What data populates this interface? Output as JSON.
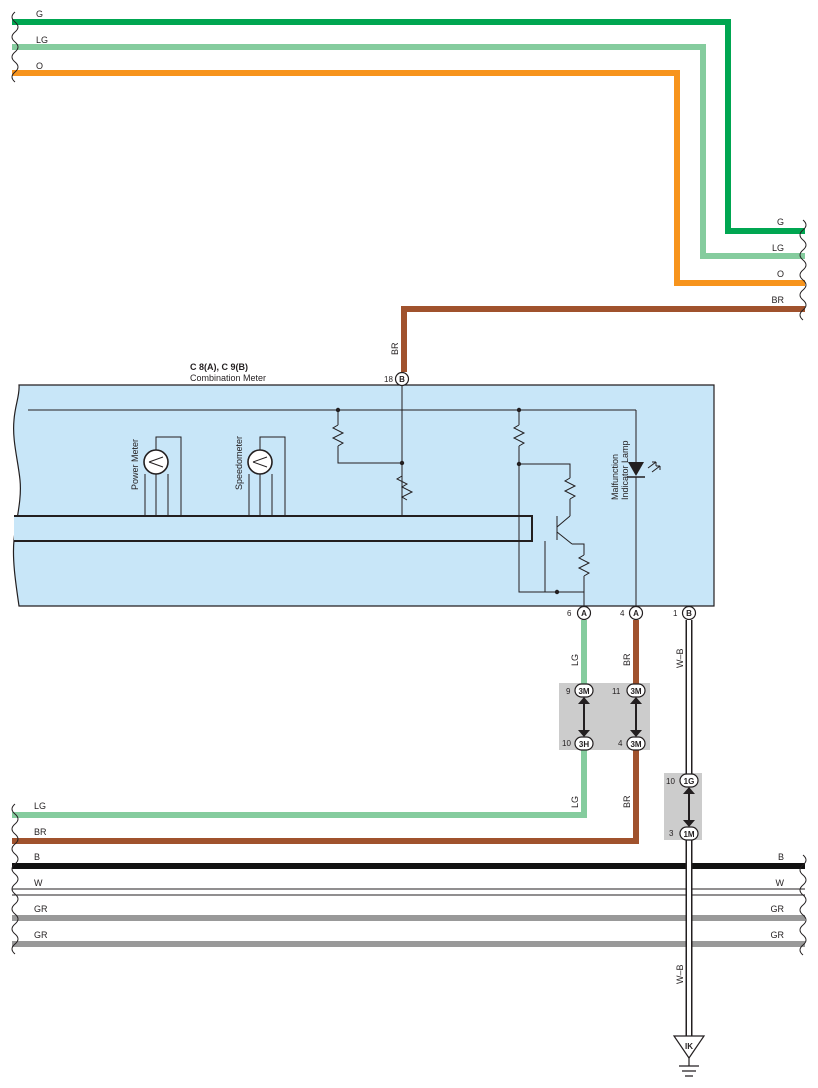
{
  "colors": {
    "G": "#00a651",
    "LG": "#85cc9e",
    "O": "#f7941d",
    "BR": "#a0522d",
    "B": "#111111",
    "W": "#ffffff",
    "GR": "#999999",
    "W-B": "#ffffff",
    "meter_fill": "#c8e6f8",
    "junction_fill": "#cccccc"
  },
  "wires": {
    "top_G": "G",
    "top_LG": "LG",
    "top_O": "O",
    "right_G": "G",
    "right_LG": "LG",
    "right_O": "O",
    "right_BR": "BR",
    "br_vertical": "BR",
    "lg_lower": "LG",
    "br_lower": "BR",
    "wb_upper": "W–B",
    "lg_bottom": "LG",
    "br_bottom": "BR",
    "wb_lower": "W–B",
    "bus_B_left": "B",
    "bus_B_right": "B",
    "bus_W_left": "W",
    "bus_W_right": "W",
    "bus_GR1_left": "GR",
    "bus_GR1_right": "GR",
    "bus_GR2_left": "GR",
    "bus_GR2_right": "GR"
  },
  "meter": {
    "connector_ids": "C 8(A), C 9(B)",
    "name": "Combination Meter",
    "power_meter": "Power Meter",
    "speedometer": "Speedometer",
    "malfunction_lamp_line1": "Malfunction",
    "malfunction_lamp_line2": "Indicator Lamp"
  },
  "pins": {
    "top_pin_number": "18",
    "top_pin_connector": "B",
    "pin_lg_number": "6",
    "pin_lg_connector": "A",
    "pin_br_number": "4",
    "pin_br_connector": "A",
    "pin_wb_number": "1",
    "pin_wb_connector": "B"
  },
  "junctions": {
    "j1_top_num": "9",
    "j1_top": "3M",
    "j1_bot_num": "10",
    "j1_bot": "3H",
    "j2_top_num": "11",
    "j2_top": "3M",
    "j2_bot_num": "4",
    "j2_bot": "3M",
    "j3_top_num": "10",
    "j3_top": "1G",
    "j3_bot_num": "3",
    "j3_bot": "1M"
  },
  "ground": {
    "label": "IK"
  }
}
